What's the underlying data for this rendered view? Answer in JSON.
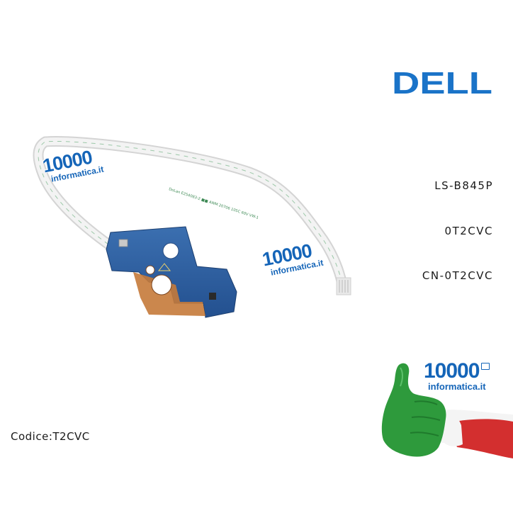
{
  "brand_logo": {
    "text": "DELL",
    "color": "#1a73c8"
  },
  "part_numbers": [
    "LS-B845P",
    "0T2CVC",
    "CN-0T2CVC"
  ],
  "codice": "Codice:T2CVC",
  "watermark": {
    "number": "10000",
    "site": "informatica.it",
    "color": "#1565b8"
  },
  "ribbon_print": "DoLan E254083-2 ■■ AWM 20706 105C 60V VW-1",
  "flag_colors": {
    "green": "#2e9a3c",
    "white": "#f4f4f4",
    "red": "#d32f2f"
  },
  "icons": [
    "laptop-icon"
  ]
}
